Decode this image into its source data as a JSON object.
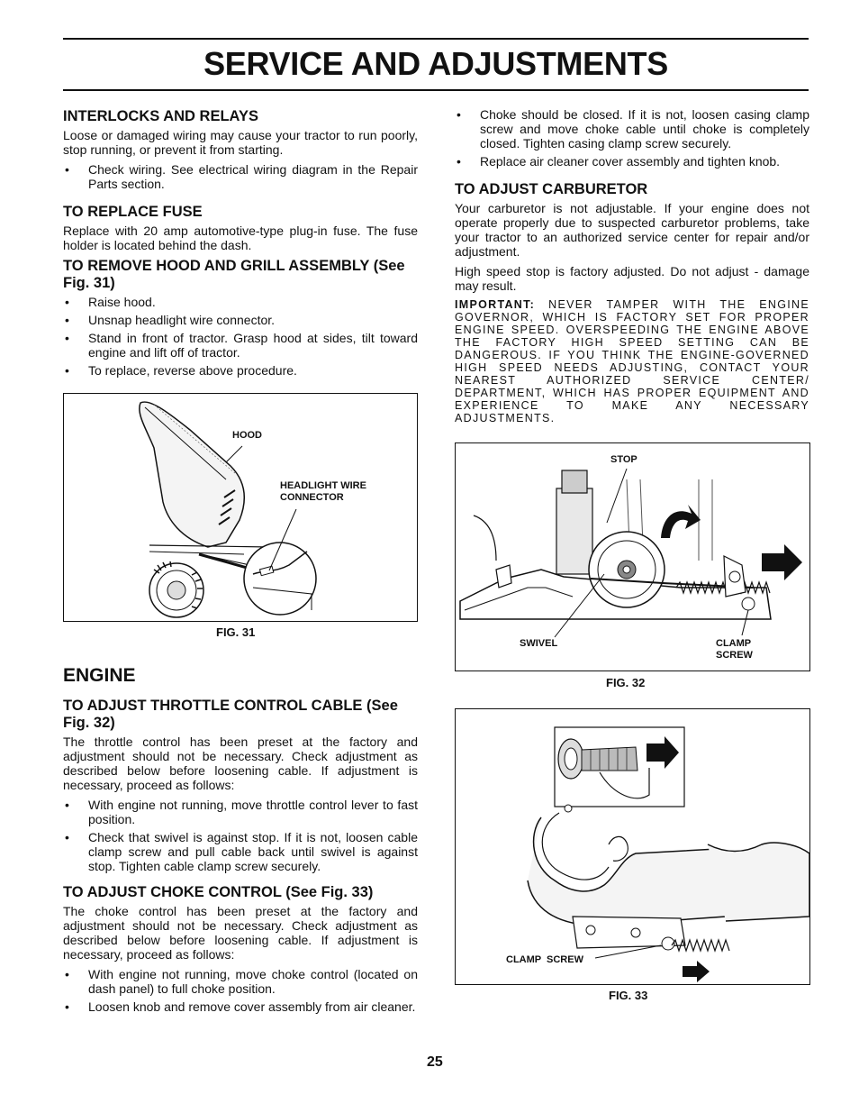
{
  "title": "SERVICE AND ADJUSTMENTS",
  "left": {
    "interlocks": {
      "heading": "INTERLOCKS AND RELAYS",
      "body": "Loose or damaged wiring may cause your tractor to run poorly, stop running, or prevent it from starting.",
      "bullets": [
        "Check wiring. See electrical wiring diagram in the Repair Parts section."
      ]
    },
    "fuse": {
      "heading": "TO REPLACE FUSE",
      "body": "Replace with 20 amp automotive-type plug-in fuse. The fuse holder is located behind the dash."
    },
    "hood": {
      "heading": "TO REMOVE HOOD AND GRILL ASSEMBLY (See Fig. 31)",
      "bullets": [
        "Raise hood.",
        "Unsnap headlight wire connector.",
        "Stand in front of tractor. Grasp hood at sides, tilt toward engine and lift off of tractor.",
        "To replace, reverse above procedure."
      ]
    },
    "fig31": {
      "caption": "FIG. 31",
      "label_hood": "HOOD",
      "label_connector_1": "HEADLIGHT WIRE",
      "label_connector_2": "CONNECTOR"
    },
    "engine_heading": "ENGINE",
    "throttle": {
      "heading": "TO ADJUST THROTTLE CONTROL CABLE (See Fig. 32)",
      "body": "The throttle control has been preset at the factory and adjustment should not be necessary. Check adjustment as described below before loosening cable. If adjustment is necessary, proceed as follows:",
      "bullets": [
        "With engine not running, move throttle control lever to fast position.",
        "Check that swivel is against stop. If it is not, loosen cable clamp screw and pull cable back until swivel is against stop. Tighten cable clamp screw securely."
      ]
    },
    "choke": {
      "heading": "TO ADJUST CHOKE CONTROL (See Fig. 33)",
      "body": "The choke control has been preset at the factory and adjustment should not be necessary. Check adjustment as described below before loosening cable. If adjustment is necessary, proceed as follows:",
      "bullets": [
        "With engine not running, move choke control (located on dash panel) to full choke position.",
        "Loosen knob and remove cover assembly from air cleaner."
      ]
    }
  },
  "right": {
    "choke_cont_bullets": [
      "Choke should be closed. If it is not, loosen casing clamp screw and move choke cable until choke is completely closed. Tighten casing clamp screw securely.",
      "Replace air cleaner cover assembly and tighten knob."
    ],
    "carburetor": {
      "heading": "TO ADJUST CARBURETOR",
      "body1": "Your carburetor is not adjustable. If your engine does not operate properly due to suspected carburetor problems, take your tractor to an authorized service center for repair and/or adjustment.",
      "body2": "High speed stop is factory adjusted. Do not adjust - damage may result.",
      "important_label": "IMPORTANT:",
      "important_text": " NEVER TAMPER WITH THE ENGINE GOVERNOR, WHICH IS FACTORY SET FOR PROPER ENGINE SPEED. OVERSPEEDING THE ENGINE ABOVE THE FACTORY HIGH SPEED SETTING CAN BE DANGEROUS. IF YOU THINK THE ENGINE-GOVERNED HIGH SPEED NEEDS ADJUSTING, CONTACT YOUR NEAREST AUTHORIZED SERVICE CENTER/ DEPARTMENT, WHICH HAS PROPER EQUIPMENT AND EXPERIENCE TO MAKE ANY NECESSARY ADJUSTMENTS."
    },
    "fig32": {
      "caption": "FIG.  32",
      "label_stop": "STOP",
      "label_swivel": "SWIVEL",
      "label_clamp_1": "CLAMP",
      "label_clamp_2": "SCREW"
    },
    "fig33": {
      "caption": "FIG. 33",
      "label_clamp_screw": "CLAMP  SCREW"
    }
  },
  "page_number": "25"
}
